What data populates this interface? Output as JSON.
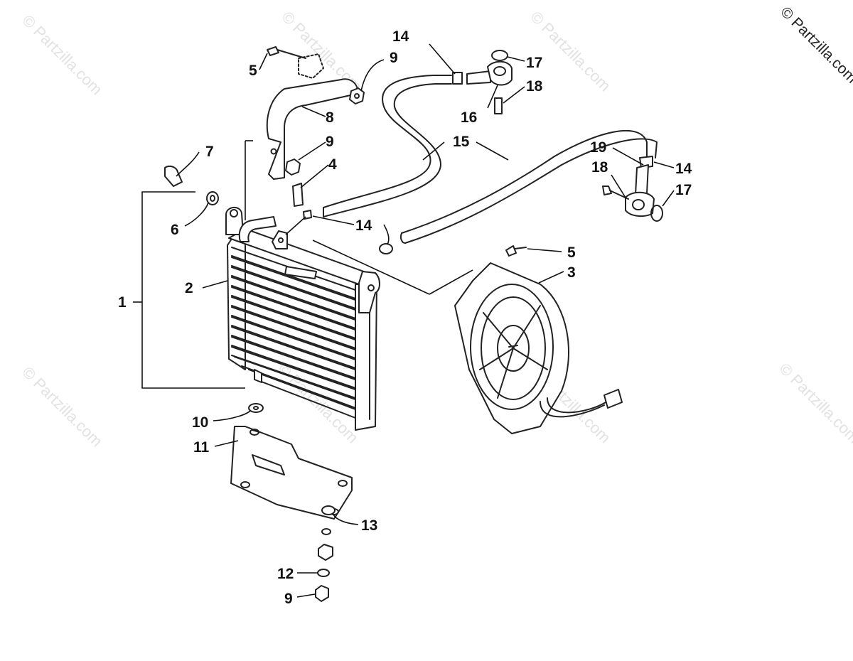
{
  "watermark": {
    "text": "© Partzilla.com",
    "corner_text": "© Partzilla.com"
  },
  "callouts": {
    "c1": "1",
    "c2": "2",
    "c3": "3",
    "c4": "4",
    "c5a": "5",
    "c5b": "5",
    "c6": "6",
    "c7": "7",
    "c8": "8",
    "c9a": "9",
    "c9b": "9",
    "c9c": "9",
    "c10": "10",
    "c11": "11",
    "c12": "12",
    "c13": "13",
    "c14a": "14",
    "c14b": "14",
    "c14c": "14",
    "c15": "15",
    "c16": "16",
    "c17a": "17",
    "c17b": "17",
    "c18a": "18",
    "c18b": "18",
    "c19": "19"
  }
}
